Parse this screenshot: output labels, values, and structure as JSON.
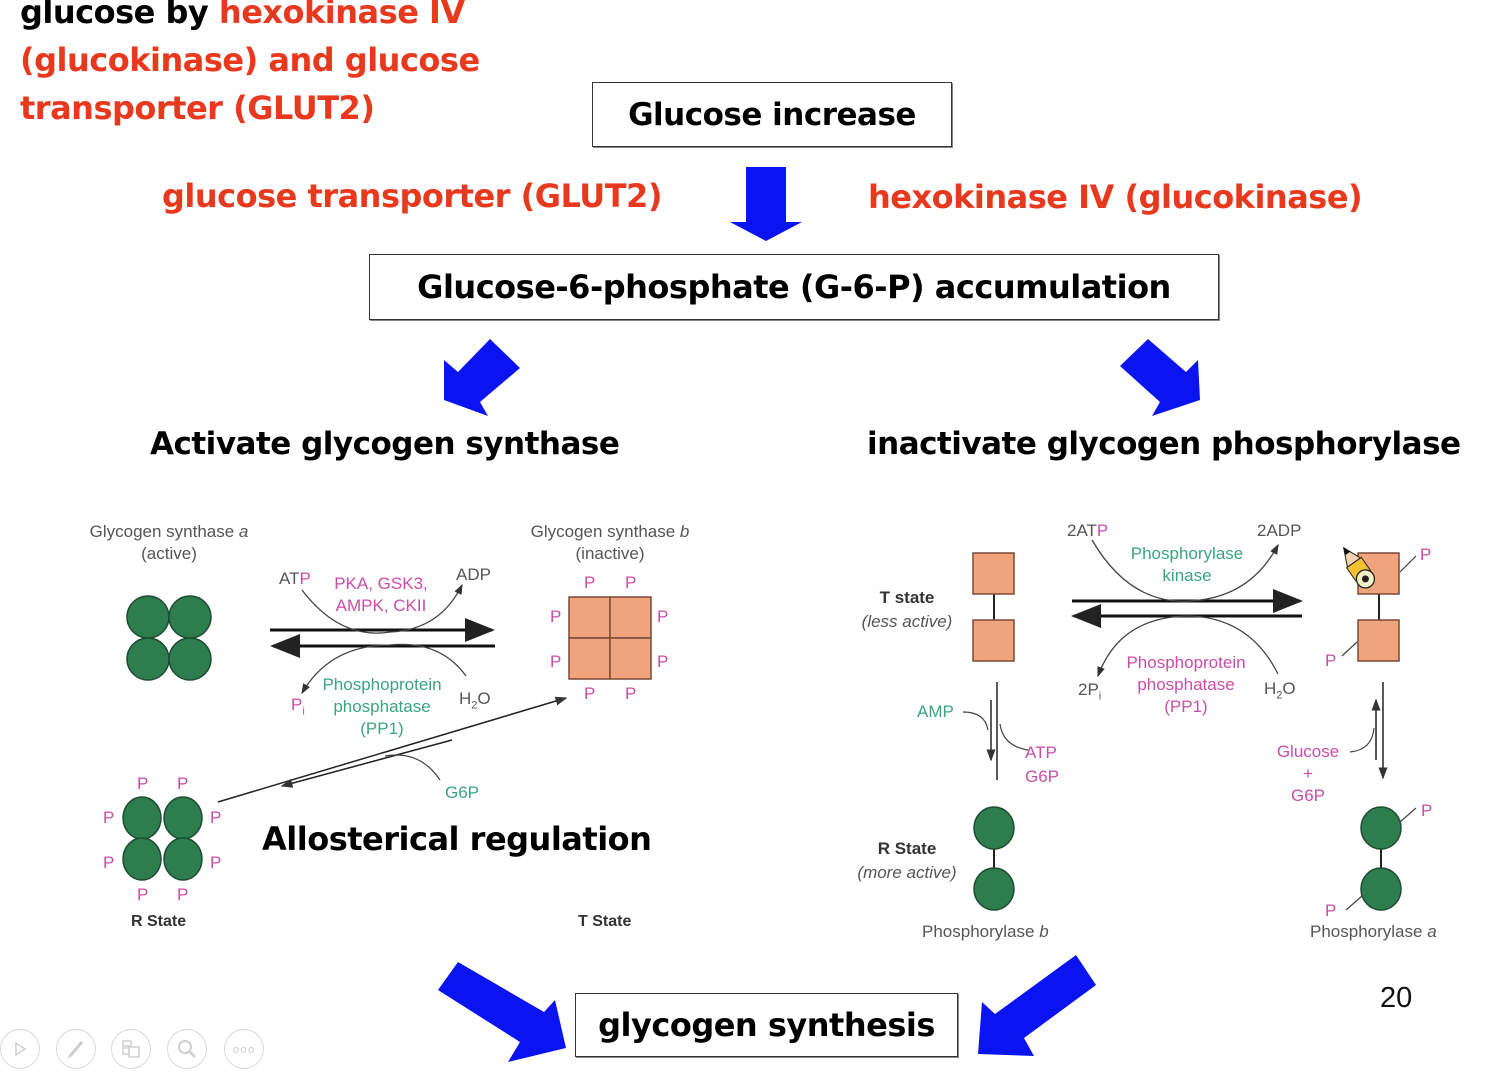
{
  "heading": {
    "line1_black": "glucose by ",
    "line1_red": "hexokinase IV",
    "line2": "(glucokinase) and glucose",
    "line3": "transporter (GLUT2)"
  },
  "flow": {
    "glucose_increase": "Glucose increase",
    "left_factor": "glucose transporter (GLUT2)",
    "right_factor": "hexokinase IV (glucokinase)",
    "g6p_accumulation": "Glucose-6-phosphate (G-6-P) accumulation",
    "left_branch_title": "Activate glycogen synthase",
    "right_branch_title": "inactivate glycogen phosphorylase",
    "allosteric_label": "Allosterical regulation",
    "result": "glycogen synthesis"
  },
  "synthase_panel": {
    "active_label": "Glycogen synthase ",
    "active_italic": "a",
    "active_state": "(active)",
    "inactive_label": "Glycogen synthase ",
    "inactive_italic": "b",
    "inactive_state": "(inactive)",
    "atp_black": "AT",
    "atp_pink": "P",
    "adp": "ADP",
    "kinases_line1": "PKA, GSK3,",
    "kinases_line2": "AMPK, CKII",
    "phosphatase_line1": "Phosphoprotein",
    "phosphatase_line2": "phosphatase",
    "phosphatase_line3": "(PP1)",
    "pi": "P",
    "pi_sub": "i",
    "water": "H",
    "water_sub": "2",
    "water_end": "O",
    "g6p": "G6P",
    "phospho_mark": "P",
    "r_state": "R State",
    "t_state": "T State"
  },
  "phosphorylase_panel": {
    "atp_black": "2AT",
    "atp_pink": "P",
    "adp": "2ADP",
    "kinase_line1": "Phosphorylase",
    "kinase_line2": "kinase",
    "phosphatase_line1": "Phosphoprotein",
    "phosphatase_line2": "phosphatase",
    "phosphatase_line3": "(PP1)",
    "pi": "2P",
    "pi_sub": "i",
    "water": "H",
    "water_sub": "2",
    "water_end": "O",
    "t_state": "T state",
    "t_state_desc": "(less active)",
    "r_state": "R State",
    "r_state_desc": "(more active)",
    "amp": "AMP",
    "atp": "ATP",
    "g6p": "G6P",
    "glucose": "Glucose",
    "plus": "+",
    "g6p2": "G6P",
    "phospho_mark": "P",
    "phosphorylase_b": "Phosphorylase ",
    "phosphorylase_b_italic": "b",
    "phosphorylase_a": "Phosphorylase ",
    "phosphorylase_a_italic": "a"
  },
  "slide": {
    "page_number": "20"
  },
  "toolbar": {
    "icons": [
      "play-icon",
      "pen-icon",
      "slides-icon",
      "zoom-icon",
      "more-icon"
    ],
    "more_glyph": "ooo"
  },
  "colors": {
    "red_accent": "#e8391e",
    "arrow_blue": "#0a14f0",
    "protein_green": "#2e7d4f",
    "protein_orange": "#f0a47e",
    "label_green": "#3aa580",
    "label_pink": "#c94da8"
  }
}
